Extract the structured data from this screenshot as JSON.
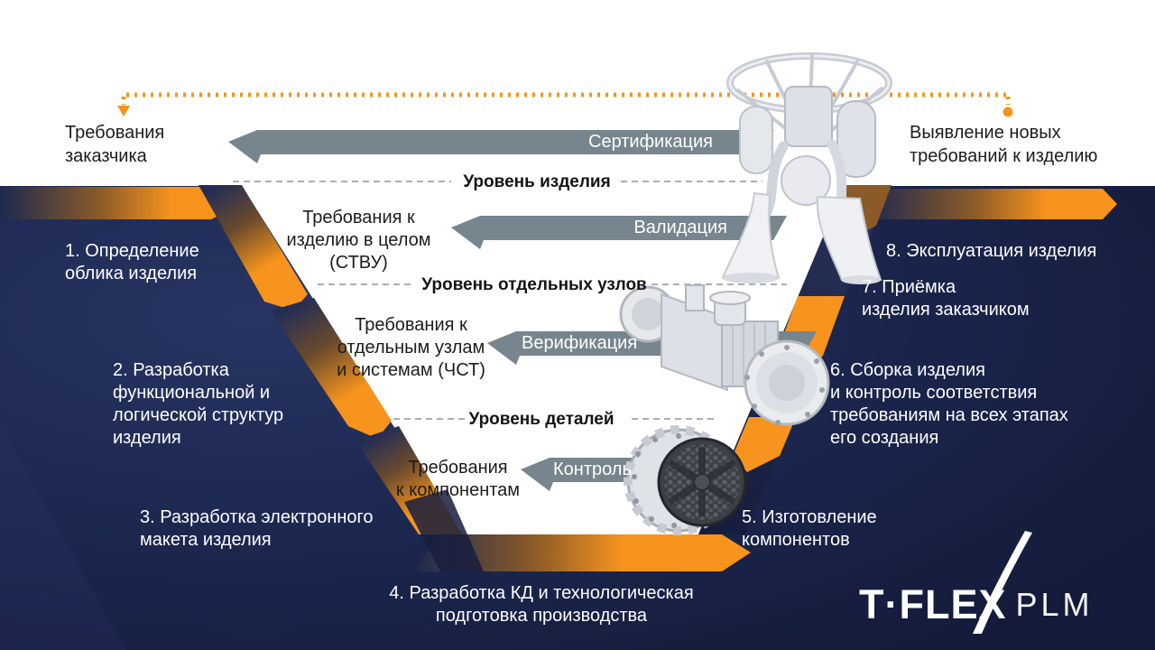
{
  "colors": {
    "orange": "#F7941D",
    "navy": "#1C2750",
    "navy_dark": "#141A39",
    "slate_arrow": "#76858E",
    "dash_gray": "#8D949E",
    "text_dark": "#1C1C1C",
    "text_light": "#FFFFFF"
  },
  "top": {
    "customer_requirements": [
      "Требования",
      "заказчика"
    ],
    "new_requirements": [
      "Выявление новых",
      "требований к изделию"
    ]
  },
  "process_arrows": [
    {
      "label": "Сертификация"
    },
    {
      "label": "Валидация"
    },
    {
      "label": "Верификация"
    },
    {
      "label": "Контроль"
    }
  ],
  "levels": [
    {
      "label": "Уровень изделия"
    },
    {
      "label": "Уровень отдельных узлов"
    },
    {
      "label": "Уровень деталей"
    }
  ],
  "requirements": [
    {
      "label": [
        "Требования к",
        "изделию в целом",
        "(СТВУ)"
      ]
    },
    {
      "label": [
        "Требования к",
        "отдельным узлам",
        "и системам (ЧСТ)"
      ]
    },
    {
      "label": [
        "Требования",
        "к компонентам"
      ]
    }
  ],
  "steps": [
    {
      "label": [
        "1. Определение",
        "облика изделия"
      ]
    },
    {
      "label": [
        "2. Разработка",
        "функциональной и",
        "логической структур",
        "изделия"
      ]
    },
    {
      "label": [
        "3. Разработка электронного",
        "макета изделия"
      ]
    },
    {
      "label": [
        "4. Разработка КД и технологическая",
        "подготовка производства"
      ]
    },
    {
      "label": [
        "5. Изготовление",
        "компонентов"
      ]
    },
    {
      "label": [
        "6. Сборка изделия",
        "и контроль соответствия",
        "требованиям на всех этапах",
        "его создания"
      ]
    },
    {
      "label": [
        "7. Приёмка",
        "изделия заказчиком"
      ]
    },
    {
      "label": [
        "8. Эксплуатация изделия"
      ]
    }
  ],
  "figures": [
    {
      "name": "rocket-engine"
    },
    {
      "name": "turbopump-assembly"
    },
    {
      "name": "injector-faceplate"
    }
  ],
  "logo": {
    "brand": "T·FLEX",
    "suffix": "PLM"
  }
}
